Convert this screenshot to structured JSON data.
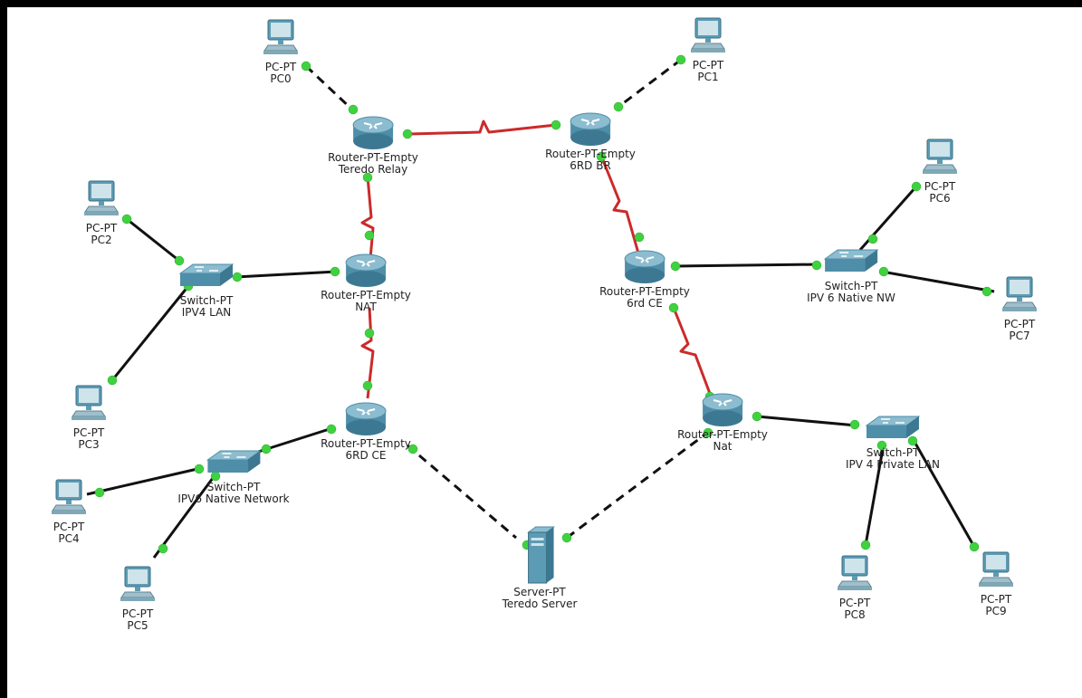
{
  "colors": {
    "serial_link": "#cc2a2a",
    "straight_link": "#111111",
    "port_up": "#3fd23f",
    "device_body": "#5c9bb4"
  },
  "legend_icons": {
    "pc": "pc-icon",
    "router": "router-icon",
    "switch": "switch-icon",
    "server": "server-icon"
  },
  "devices": {
    "pc0": {
      "model": "PC-PT",
      "name": "PC0"
    },
    "pc1": {
      "model": "PC-PT",
      "name": "PC1"
    },
    "pc2": {
      "model": "PC-PT",
      "name": "PC2"
    },
    "pc3": {
      "model": "PC-PT",
      "name": "PC3"
    },
    "pc4": {
      "model": "PC-PT",
      "name": "PC4"
    },
    "pc5": {
      "model": "PC-PT",
      "name": "PC5"
    },
    "pc6": {
      "model": "PC-PT",
      "name": "PC6"
    },
    "pc7": {
      "model": "PC-PT",
      "name": "PC7"
    },
    "pc8": {
      "model": "PC-PT",
      "name": "PC8"
    },
    "pc9": {
      "model": "PC-PT",
      "name": "PC9"
    },
    "router_teredo_relay": {
      "model": "Router-PT-Empty",
      "name": "Teredo Relay"
    },
    "router_6rd_br": {
      "model": "Router-PT-Empty",
      "name": "6RD BR"
    },
    "router_nat": {
      "model": "Router-PT-Empty",
      "name": "NAT"
    },
    "router_6rd_ce_right": {
      "model": "Router-PT-Empty",
      "name": "6rd CE"
    },
    "router_6rd_ce_left": {
      "model": "Router-PT-Empty",
      "name": "6RD CE"
    },
    "router_nat_right": {
      "model": "Router-PT-Empty",
      "name": "Nat"
    },
    "switch_ipv4_lan": {
      "model": "Switch-PT",
      "name": "IPV4 LAN"
    },
    "switch_ipv6_native_nw": {
      "model": "Switch-PT",
      "name": "IPV 6 Native NW"
    },
    "switch_ipv6_native_network": {
      "model": "Switch-PT",
      "name": "IPV6 Native Network"
    },
    "switch_ipv4_private_lan": {
      "model": "Switch-PT",
      "name": "IPV 4 Private LAN"
    },
    "server_teredo": {
      "model": "Server-PT",
      "name": "Teredo Server"
    }
  },
  "links": [
    {
      "from": "pc0",
      "to": "router_teredo_relay",
      "type": "cross"
    },
    {
      "from": "pc1",
      "to": "router_6rd_br",
      "type": "cross"
    },
    {
      "from": "router_teredo_relay",
      "to": "router_6rd_br",
      "type": "serial"
    },
    {
      "from": "router_teredo_relay",
      "to": "router_nat",
      "type": "serial"
    },
    {
      "from": "router_6rd_br",
      "to": "router_6rd_ce_right",
      "type": "serial"
    },
    {
      "from": "router_nat",
      "to": "router_6rd_ce_left",
      "type": "serial"
    },
    {
      "from": "router_6rd_ce_right",
      "to": "router_nat_right",
      "type": "serial"
    },
    {
      "from": "pc2",
      "to": "switch_ipv4_lan",
      "type": "straight"
    },
    {
      "from": "pc3",
      "to": "switch_ipv4_lan",
      "type": "straight"
    },
    {
      "from": "switch_ipv4_lan",
      "to": "router_nat",
      "type": "straight"
    },
    {
      "from": "router_6rd_ce_right",
      "to": "switch_ipv6_native_nw",
      "type": "straight"
    },
    {
      "from": "pc6",
      "to": "switch_ipv6_native_nw",
      "type": "straight"
    },
    {
      "from": "pc7",
      "to": "switch_ipv6_native_nw",
      "type": "straight"
    },
    {
      "from": "router_6rd_ce_left",
      "to": "switch_ipv6_native_network",
      "type": "straight"
    },
    {
      "from": "pc4",
      "to": "switch_ipv6_native_network",
      "type": "straight"
    },
    {
      "from": "pc5",
      "to": "switch_ipv6_native_network",
      "type": "straight"
    },
    {
      "from": "router_nat_right",
      "to": "switch_ipv4_private_lan",
      "type": "straight"
    },
    {
      "from": "pc8",
      "to": "switch_ipv4_private_lan",
      "type": "straight"
    },
    {
      "from": "pc9",
      "to": "switch_ipv4_private_lan",
      "type": "straight"
    },
    {
      "from": "router_6rd_ce_left",
      "to": "server_teredo",
      "type": "cross"
    },
    {
      "from": "router_nat_right",
      "to": "server_teredo",
      "type": "cross"
    }
  ]
}
